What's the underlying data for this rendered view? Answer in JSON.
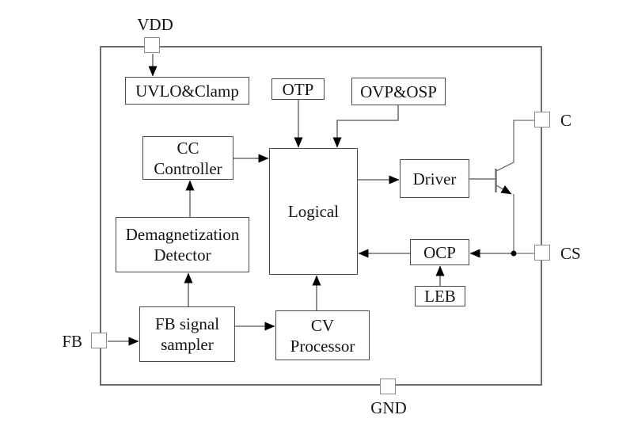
{
  "diagram": {
    "pins": {
      "vdd": "VDD",
      "c": "C",
      "cs": "CS",
      "gnd": "GND",
      "fb": "FB"
    },
    "blocks": {
      "uvlo": {
        "label": "UVLO&Clamp"
      },
      "otp": {
        "label": "OTP"
      },
      "ovp": {
        "label": "OVP&OSP"
      },
      "cc": {
        "line1": "CC",
        "line2": "Controller"
      },
      "logical": {
        "label": "Logical"
      },
      "driver": {
        "label": "Driver"
      },
      "ocp": {
        "label": "OCP"
      },
      "leb": {
        "label": "LEB"
      },
      "demag": {
        "line1": "Demagnetization",
        "line2": "Detector"
      },
      "fb_sampler": {
        "line1": "FB signal",
        "line2": "sampler"
      },
      "cv": {
        "line1": "CV",
        "line2": "Processor"
      }
    },
    "colors": {
      "wire": "#555555",
      "arrowhead": "#000000",
      "block_border": "#4a4a4a",
      "chip_border": "#6e6e6e",
      "pin_border": "#8a8a8a",
      "text": "#141414"
    }
  }
}
